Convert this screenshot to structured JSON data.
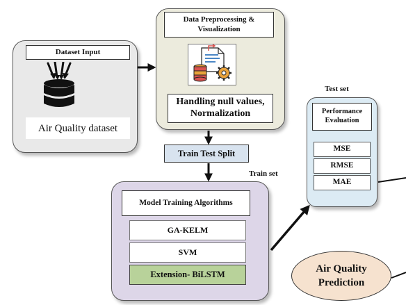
{
  "dataset_panel": {
    "title": "Dataset Input",
    "caption": "Air Quality dataset",
    "icon": "database-icon",
    "background": "#e9e9e9"
  },
  "preprocess_panel": {
    "title": "Data Preprocessing & Visualization",
    "caption": "Handling null values, Normalization",
    "icon": "data-processing-icon",
    "background": "#ecebdd"
  },
  "split_box": {
    "label": "Train Test Split",
    "background": "#d8e3ef"
  },
  "edge_labels": {
    "train_set": "Train set",
    "test_set": "Test set"
  },
  "training_panel": {
    "title": "Model Training Algorithms",
    "background": "#ddd6e8",
    "algorithms": [
      {
        "label": "GA-KELM",
        "background": "#ffffff"
      },
      {
        "label": "SVM",
        "background": "#ffffff"
      },
      {
        "label": "Extension- BiLSTM",
        "background": "#b8d29a"
      }
    ]
  },
  "evaluation_panel": {
    "title": "Performance Evaluation",
    "background": "#dcebf4",
    "metrics": [
      "MSE",
      "RMSE",
      "MAE"
    ]
  },
  "prediction": {
    "label": "Air Quality Prediction",
    "background": "#f6e2cf"
  }
}
